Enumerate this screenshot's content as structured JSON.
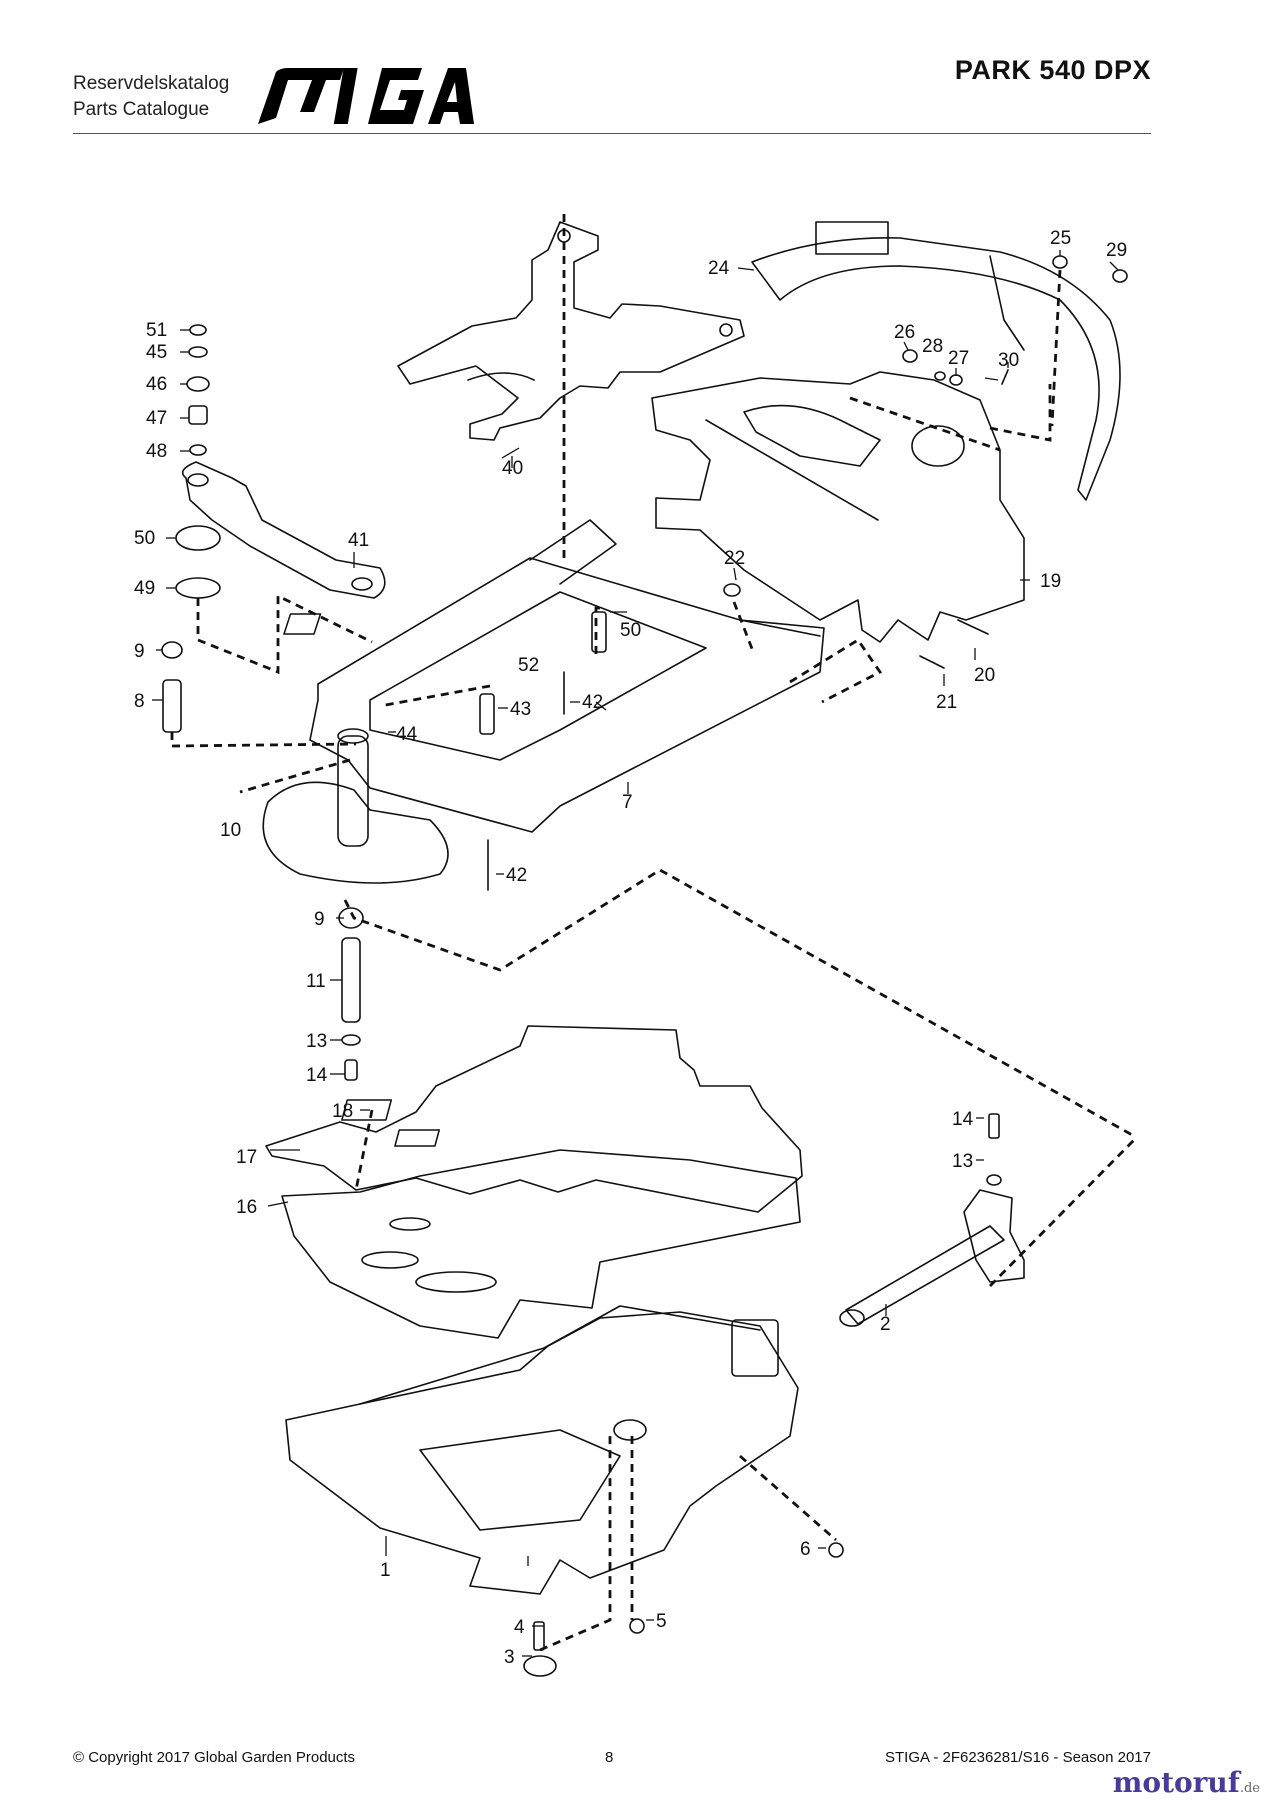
{
  "header": {
    "catalogue_de": "Reservdelskatalog",
    "catalogue_en": "Parts Catalogue",
    "brand": "STIGA",
    "model": "PARK 540 DPX"
  },
  "callouts": [
    "1",
    "2",
    "3",
    "4",
    "5",
    "6",
    "7",
    "8",
    "9",
    "9",
    "10",
    "11",
    "13",
    "13",
    "14",
    "14",
    "16",
    "17",
    "18",
    "19",
    "20",
    "21",
    "22",
    "24",
    "25",
    "26",
    "27",
    "28",
    "29",
    "30",
    "40",
    "41",
    "42",
    "42",
    "43",
    "44",
    "45",
    "46",
    "47",
    "48",
    "49",
    "50",
    "50",
    "51",
    "52"
  ],
  "footer": {
    "copyright": "© Copyright 2017 Global Garden Products",
    "page": "8",
    "doc_ref": "STIGA - 2F6236281/S16 - Season 2017"
  },
  "watermark": {
    "name": "motoruf",
    "tld": ".de"
  },
  "colors": {
    "line": "#111111",
    "rule": "#555555",
    "watermark": "#4a3a9a"
  }
}
